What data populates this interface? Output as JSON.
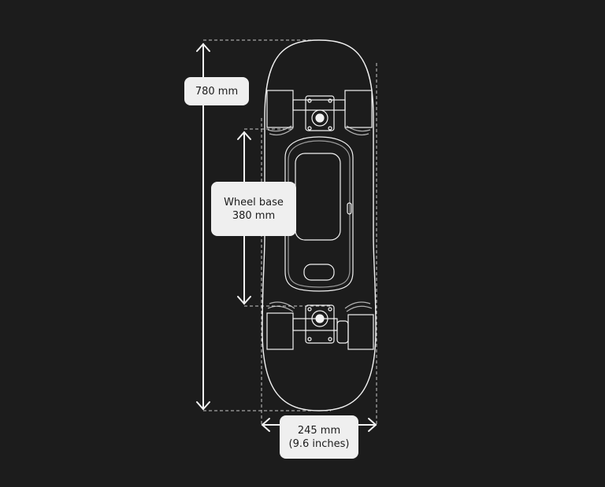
{
  "dimensions": {
    "length": "780 mm",
    "wheelbase_title": "Wheel base",
    "wheelbase_value": "380 mm",
    "width_mm": "245 mm",
    "width_in": "(9.6 inches)"
  },
  "colors": {
    "background": "#1c1c1c",
    "line": "#f2f2f2",
    "label_bg": "#efefef"
  }
}
